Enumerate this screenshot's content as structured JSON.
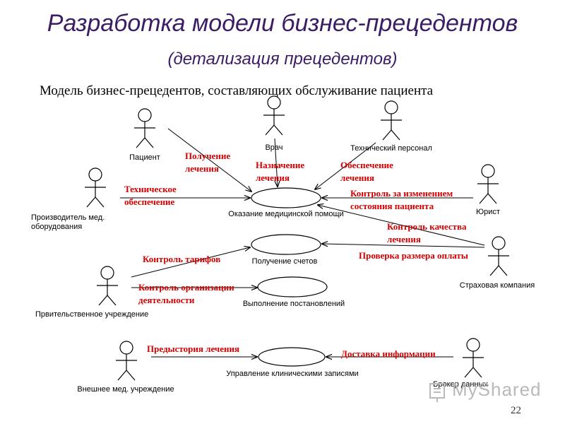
{
  "slide": {
    "title": "Разработка модели бизнес-прецедентов",
    "subtitle": "(детализация прецедентов)",
    "caption": "Модель бизнес-прецедентов, составляющих обслуживание пациента",
    "page_number": "22",
    "watermark": "MyShared"
  },
  "colors": {
    "accent": "#3b1d66",
    "label": "#d40000",
    "line": "#000000"
  },
  "actors": [
    {
      "id": "patient",
      "name": "Пациент"
    },
    {
      "id": "doctor",
      "name": "Врач"
    },
    {
      "id": "staff",
      "name": "Технический персонал"
    },
    {
      "id": "lawyer",
      "name": "Юрист"
    },
    {
      "id": "producer",
      "name": "Производитель мед. оборудования"
    },
    {
      "id": "insurer",
      "name": "Страховая компания"
    },
    {
      "id": "gov",
      "name": "Првительственное учреждение"
    },
    {
      "id": "external",
      "name": "Внешнее мед. учреждение"
    },
    {
      "id": "broker",
      "name": "Брокер данных"
    }
  ],
  "use_cases": [
    {
      "id": "care",
      "name": "Оказание медицинской помощи"
    },
    {
      "id": "bills",
      "name": "Получение счетов"
    },
    {
      "id": "decrees",
      "name": "Выполнение постановлений"
    },
    {
      "id": "records",
      "name": "Управление клиническими записями"
    }
  ],
  "flows": [
    {
      "id": "f1",
      "label": "Получение лечения"
    },
    {
      "id": "f2",
      "label": "Назначение лечения"
    },
    {
      "id": "f3",
      "label": "Обеспечение лечения"
    },
    {
      "id": "f4",
      "label": "Техническое обеспечение"
    },
    {
      "id": "f5",
      "label": "Контроль за изменением состояния пациента"
    },
    {
      "id": "f6",
      "label": "Контроль качества лечения"
    },
    {
      "id": "f7",
      "label": "Проверка размера оплаты"
    },
    {
      "id": "f8",
      "label": "Контроль тарифов"
    },
    {
      "id": "f9",
      "label": "Контроль организации деятельности"
    },
    {
      "id": "f10",
      "label": "Предыстория лечения"
    },
    {
      "id": "f11",
      "label": "Доставка информации"
    }
  ]
}
